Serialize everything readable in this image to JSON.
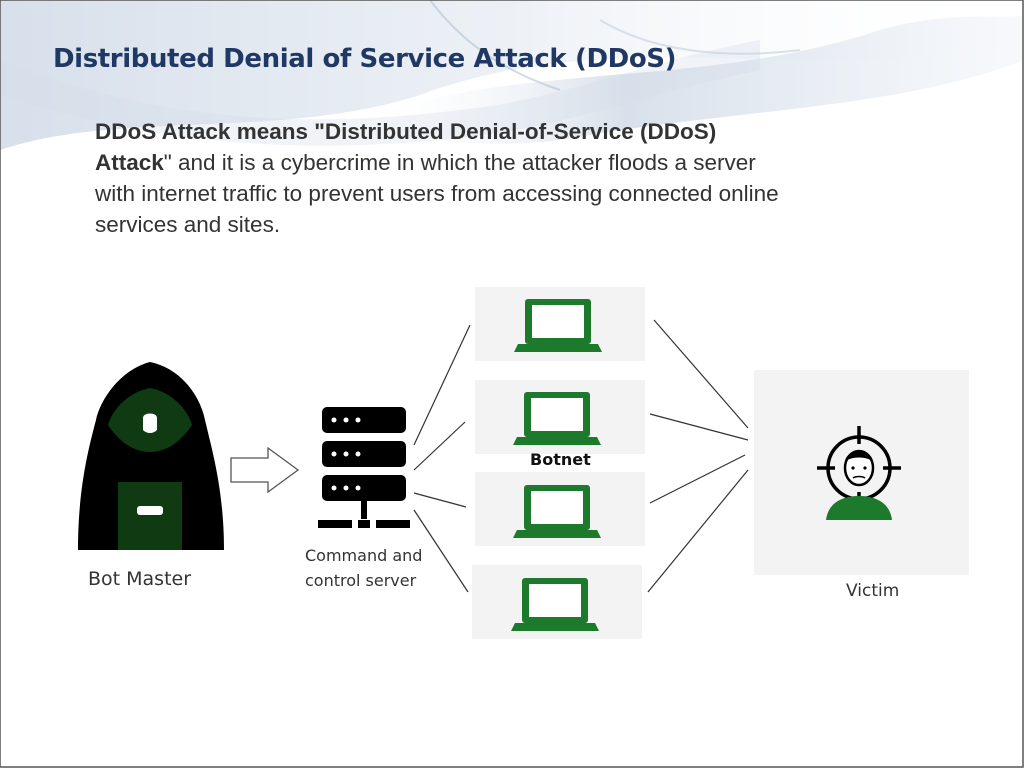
{
  "slide": {
    "title": "Distributed Denial of Service Attack (DDoS)",
    "intro_bold": "DDoS Attack means \"Distributed Denial-of-Service (DDoS) Attack",
    "intro_rest": "\" and it is a cybercrime in which the attacker floods a server with internet traffic to prevent users from accessing connected online services and sites."
  },
  "diagram": {
    "bot_master_label": "Bot Master",
    "cnc_label_line1": "Command and",
    "cnc_label_line2": "control server",
    "botnet_label": "Botnet",
    "victim_label": "Victim",
    "botnet_device_count": 4,
    "icons": [
      "hooded-hacker-icon",
      "arrow-right-icon",
      "server-icon",
      "laptop-icon",
      "target-person-icon"
    ]
  },
  "colors": {
    "title": "#1f3864",
    "icon_green": "#1d7a2c",
    "hacker_green": "#0f3a12",
    "text": "#333333",
    "panel": "#f3f3f3"
  }
}
